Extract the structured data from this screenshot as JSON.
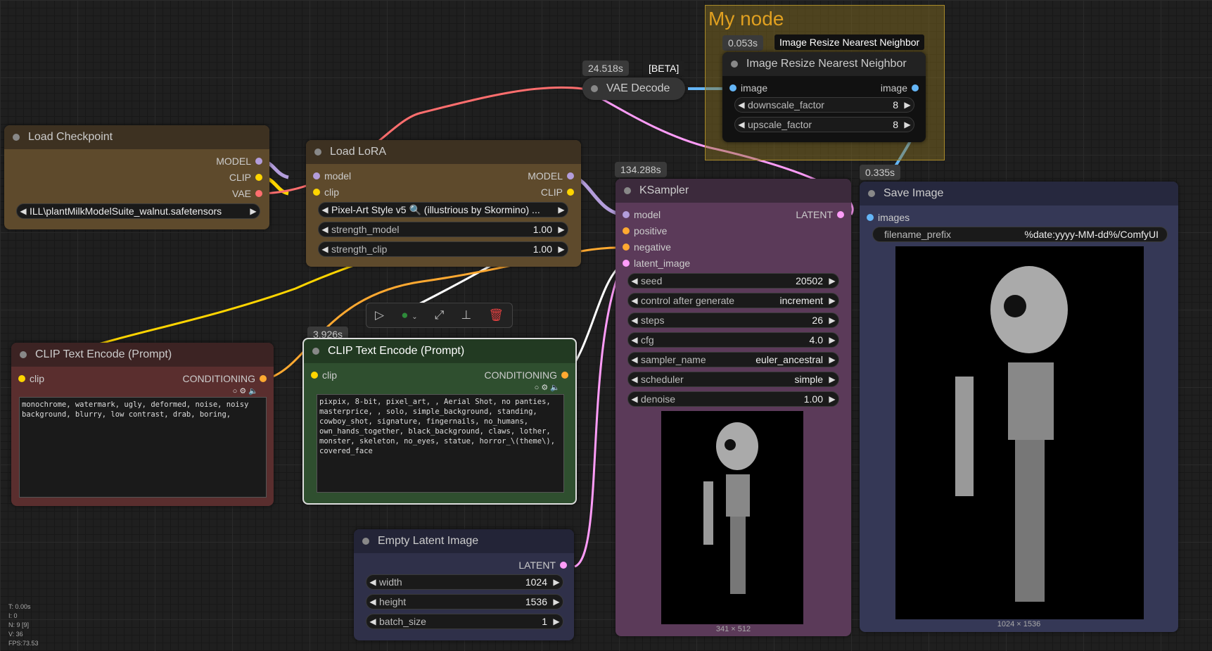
{
  "group": {
    "title": "My node"
  },
  "badges": {
    "resize": "0.053s",
    "vae": "24.518s",
    "vae_beta": "[BETA]",
    "ksampler": "134.288s",
    "save": "0.335s",
    "clip_pos": "3.926s"
  },
  "tooltip": {
    "resize": "Image Resize Nearest Neighbor"
  },
  "nodes": {
    "resize": {
      "title": "Image Resize Nearest Neighbor",
      "in_image": "image",
      "out_image": "image",
      "widgets": [
        {
          "label": "downscale_factor",
          "value": "8"
        },
        {
          "label": "upscale_factor",
          "value": "8"
        }
      ]
    },
    "vae": {
      "title": "VAE Decode"
    },
    "checkpoint": {
      "title": "Load Checkpoint",
      "out_model": "MODEL",
      "out_clip": "CLIP",
      "out_vae": "VAE",
      "ckpt": "ILL\\plantMilkModelSuite_walnut.safetensors"
    },
    "lora": {
      "title": "Load LoRA",
      "in_model": "model",
      "in_clip": "clip",
      "out_model": "MODEL",
      "out_clip": "CLIP",
      "lora_name": "Pixel-Art Style v5 🔍 (illustrious by Skormino) ...",
      "widgets": [
        {
          "label": "strength_model",
          "value": "1.00"
        },
        {
          "label": "strength_clip",
          "value": "1.00"
        }
      ]
    },
    "ksampler": {
      "title": "KSampler",
      "in_model": "model",
      "in_positive": "positive",
      "in_negative": "negative",
      "in_latent": "latent_image",
      "out_latent": "LATENT",
      "widgets": [
        {
          "label": "seed",
          "value": "20502"
        },
        {
          "label": "control after generate",
          "value": "increment"
        },
        {
          "label": "steps",
          "value": "26"
        },
        {
          "label": "cfg",
          "value": "4.0"
        },
        {
          "label": "sampler_name",
          "value": "euler_ancestral"
        },
        {
          "label": "scheduler",
          "value": "simple"
        },
        {
          "label": "denoise",
          "value": "1.00"
        }
      ],
      "preview_size": "341 × 512"
    },
    "save": {
      "title": "Save Image",
      "in_images": "images",
      "prefix_label": "filename_prefix",
      "prefix_value": "%date:yyyy-MM-dd%/ComfyUI",
      "preview_size": "1024 × 1536"
    },
    "clip_neg": {
      "title": "CLIP Text Encode (Prompt)",
      "in_clip": "clip",
      "out_cond": "CONDITIONING",
      "text": "monochrome, watermark, ugly, deformed, noise, noisy\nbackground, blurry, low contrast, drab, boring,"
    },
    "clip_pos": {
      "title": "CLIP Text Encode (Prompt)",
      "in_clip": "clip",
      "out_cond": "CONDITIONING",
      "text": "pixpix, 8-bit, pixel_art, , Aerial Shot, no panties,\nmasterprice, , solo, simple_background, standing,\ncowboy_shot, signature, fingernails, no_humans,\nown_hands_together, black_background, claws, lother,\nmonster, skeleton, no_eyes, statue, horror_\\(theme\\),\ncovered_face"
    },
    "latent": {
      "title": "Empty Latent Image",
      "out_latent": "LATENT",
      "widgets": [
        {
          "label": "width",
          "value": "1024"
        },
        {
          "label": "height",
          "value": "1536"
        },
        {
          "label": "batch_size",
          "value": "1"
        }
      ]
    }
  },
  "stats": {
    "t": "T: 0.00s",
    "i": "I: 0",
    "n": "N: 9 [9]",
    "v": "V: 36",
    "fps": "FPS:73.53"
  },
  "colors": {
    "model": "#b39ddb",
    "clip": "#ffd500",
    "vae": "#ff6e6e",
    "conditioning": "#ffa931",
    "latent": "#ff9cf9",
    "image": "#64b5f6"
  }
}
